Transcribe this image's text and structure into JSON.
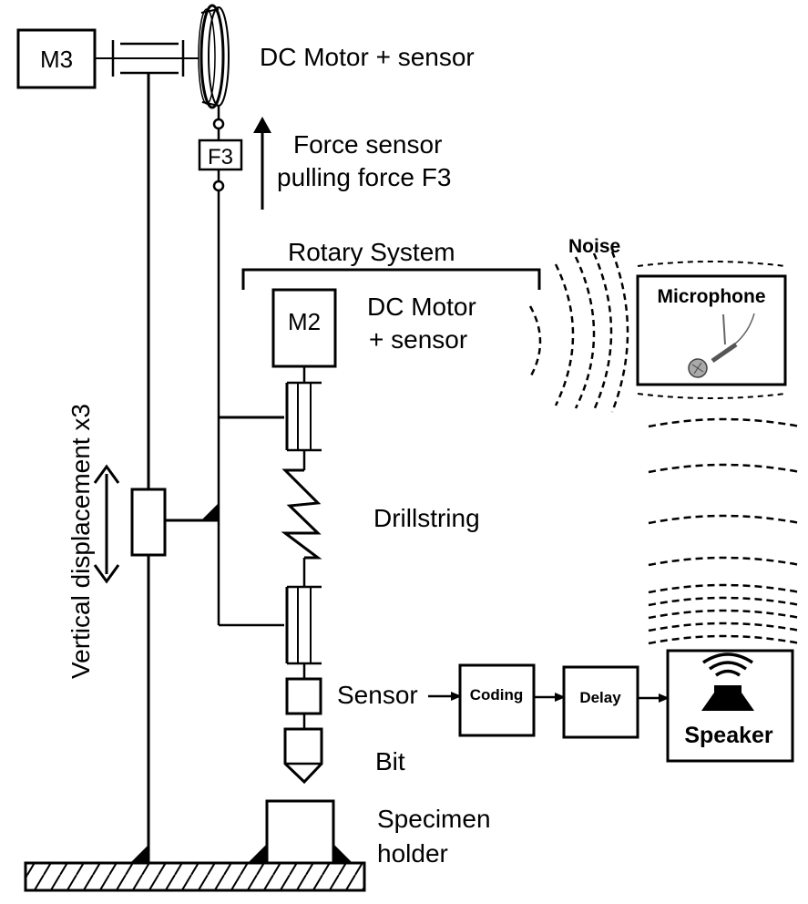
{
  "labels": {
    "m3": "M3",
    "dc_motor_top": "DC Motor + sensor",
    "f3": "F3",
    "force_sensor_line1": "Force sensor",
    "force_sensor_line2": "pulling force F3",
    "rotary_system": "Rotary System",
    "m2": "M2",
    "dc_motor_mid_line1": "DC Motor",
    "dc_motor_mid_line2": "+ sensor",
    "noise": "Noise",
    "microphone": "Microphone",
    "vertical_displacement": "Vertical displacement x3",
    "drillstring": "Drillstring",
    "sensor": "Sensor",
    "coding": "Coding",
    "delay": "Delay",
    "speaker": "Speaker",
    "bit": "Bit",
    "specimen_line1": "Specimen",
    "specimen_line2": "holder"
  }
}
